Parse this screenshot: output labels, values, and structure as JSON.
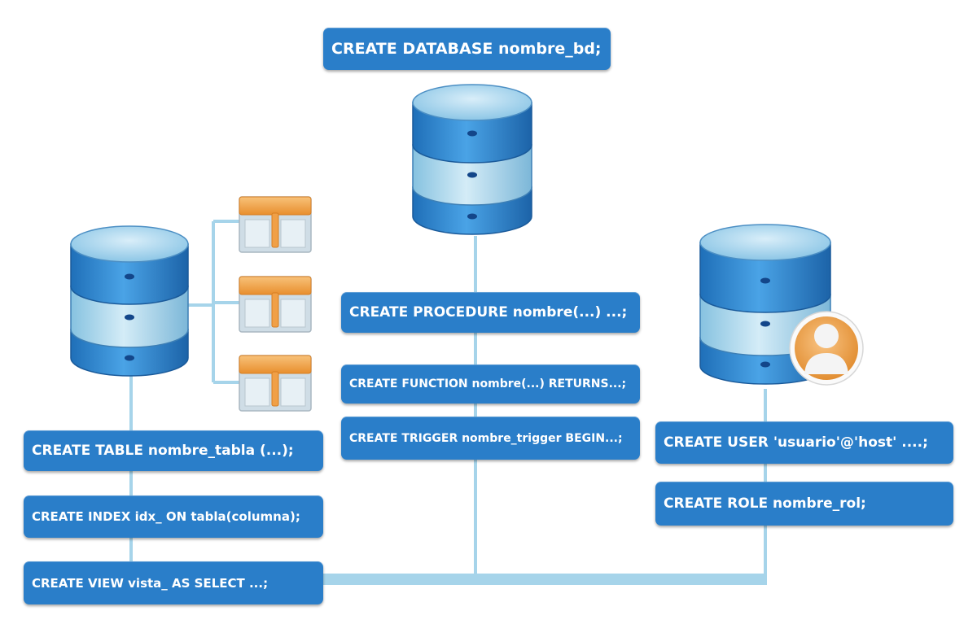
{
  "labels": {
    "create_database": "CREATE DATABASE nombre_bd;",
    "create_procedure": "CREATE PROCEDURE nombre(...) ...;",
    "create_function": "CREATE FUNCTION nombre(...) RETURNS...;",
    "create_trigger": "CREATE TRIGGER nombre_trigger BEGIN...;",
    "create_table": "CREATE TABLE nombre_tabla (...);",
    "create_index": "CREATE INDEX idx_ ON tabla(columna);",
    "create_view": "CREATE VIEW vista_ AS SELECT ...;",
    "create_user": "CREATE USER 'usuario'@'host' ....;",
    "create_role": "CREATE ROLE nombre_rol;"
  },
  "colors": {
    "label_bg": "#2a7ec9",
    "connector": "#a6d4ea",
    "cylinder_dark": "#2f86cf",
    "cylinder_light": "#a9d6ea",
    "table_header": "#f2a34a",
    "avatar": "#f0a94f"
  },
  "icons": [
    "database-icon",
    "table-icon",
    "user-avatar-icon"
  ]
}
